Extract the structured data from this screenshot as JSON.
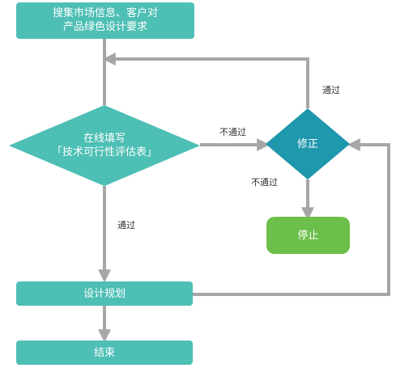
{
  "nodes": {
    "collect": {
      "line1": "搜集市场信息、客户对",
      "line2": "产品绿色设计要求"
    },
    "evaluate": {
      "line1": "在线填写",
      "line2": "「技术可行性评估表」"
    },
    "revise": {
      "label": "修正"
    },
    "stop": {
      "label": "停止"
    },
    "design": {
      "label": "设计规划"
    },
    "end": {
      "label": "结束"
    }
  },
  "edges": {
    "eval_fail": "不通过",
    "revise_pass": "通过",
    "revise_fail": "不通过",
    "eval_pass": "通过"
  },
  "colors": {
    "teal_box": "#4dbfb4",
    "revise_diamond": "#1f97ad",
    "stop_box": "#6cbf4a",
    "connector": "#a6a6a6"
  }
}
